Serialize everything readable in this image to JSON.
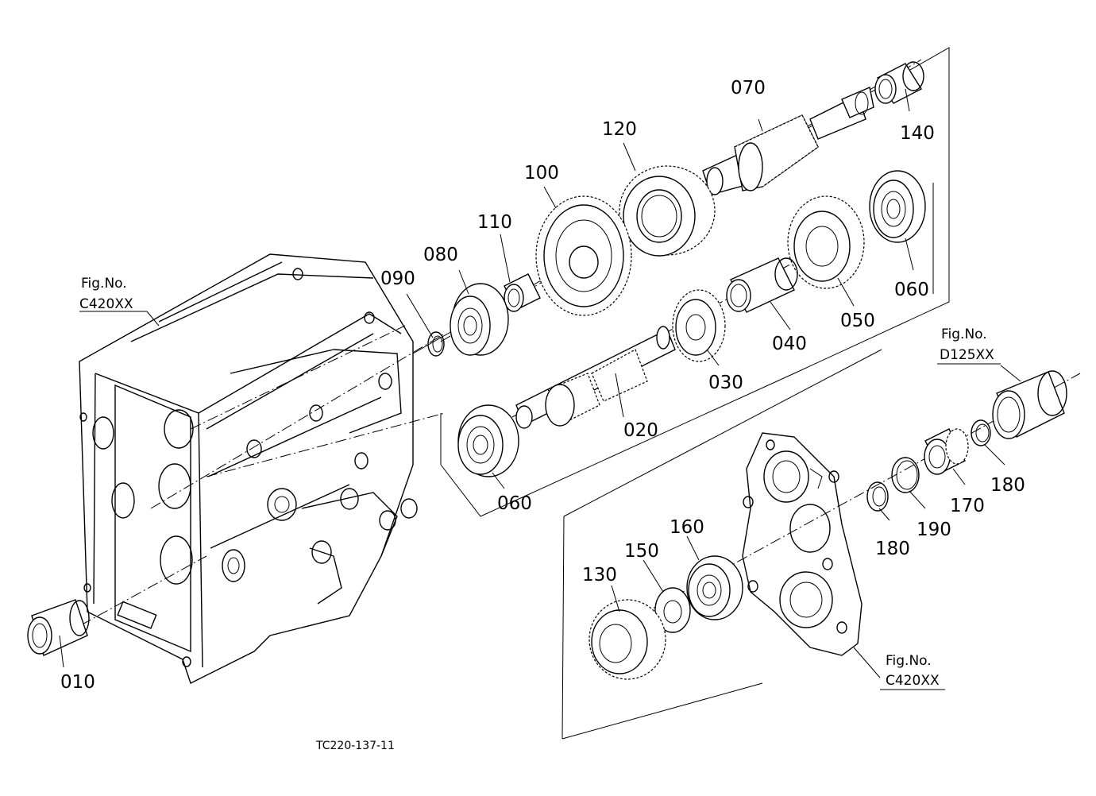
{
  "part_labels": {
    "p010": "010",
    "p020": "020",
    "p030": "030",
    "p040": "040",
    "p050": "050",
    "p060a": "060",
    "p060b": "060",
    "p070": "070",
    "p080": "080",
    "p090": "090",
    "p100": "100",
    "p110": "110",
    "p120": "120",
    "p130": "130",
    "p140": "140",
    "p150": "150",
    "p160": "160",
    "p170": "170",
    "p180a": "180",
    "p180b": "180",
    "p190": "190"
  },
  "fig_refs": {
    "a_title": "Fig.No.",
    "a_code": "C420XX",
    "b_title": "Fig.No.",
    "b_code": "D125XX",
    "c_title": "Fig.No.",
    "c_code": "C420XX"
  },
  "drawing_id": "TC220-137-11",
  "colors": {
    "ink": "#000000",
    "paper": "#ffffff"
  }
}
